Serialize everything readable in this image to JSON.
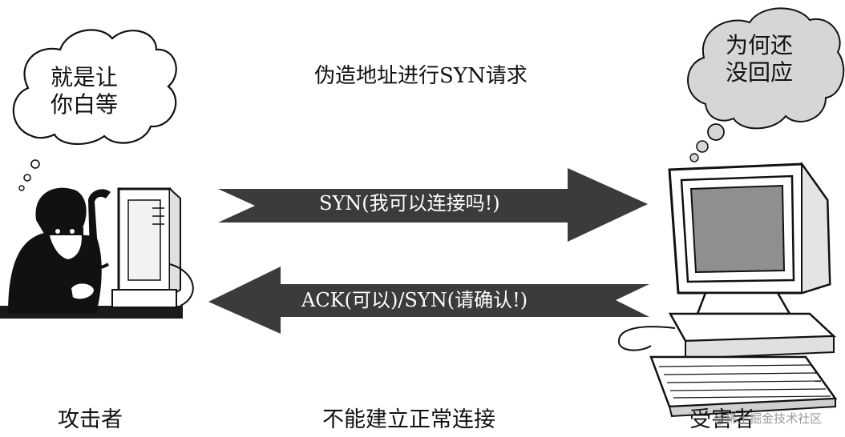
{
  "thought_bubbles": {
    "attacker": {
      "line1": "就是让",
      "line2": "你白等"
    },
    "victim": {
      "line1": "为何还",
      "line2": "没回应"
    }
  },
  "top_caption": "伪造地址进行SYN请求",
  "arrows": {
    "forward": "SYN(我可以连接吗!)",
    "backward": "ACK(可以)/SYN(请确认!)"
  },
  "captions": {
    "attacker": "攻击者",
    "middle": "不能建立正常连接",
    "victim": "受害者"
  },
  "watermark": "@稀土掘金技术社区",
  "colors": {
    "arrow_fill": "#3b3b3b",
    "bubble_fill": "#d6d6d6",
    "screen_fill": "#8f8f8f"
  }
}
